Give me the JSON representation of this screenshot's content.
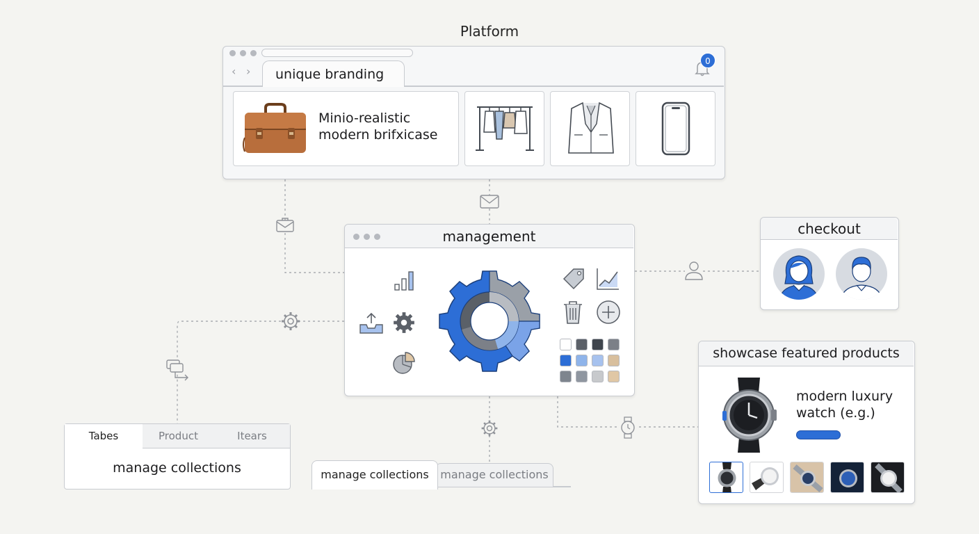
{
  "platform": {
    "title": "Platform",
    "tab_label": "unique branding",
    "notification_count": "0",
    "featured_card_label": "Minio-realistic modern brifxicase",
    "cards": [
      "briefcase",
      "clothing-rack",
      "blazer",
      "smartphone"
    ]
  },
  "management": {
    "title": "management",
    "swatches": [
      "#ffffff",
      "#5b6068",
      "#3f454d",
      "#7c8088",
      "#2d6ed6",
      "#8fb4ea",
      "#a7c2ee",
      "#d8bf9d",
      "#7e858e",
      "#8f96a0",
      "#c7c9cc",
      "#e0c7a5"
    ],
    "icons": [
      "bar-chart-icon",
      "upload-tray-icon",
      "gear-icon",
      "pie-chart-icon",
      "price-tag-icon",
      "line-chart-icon",
      "trash-icon",
      "add-circle-icon"
    ]
  },
  "checkout": {
    "title": "checkout",
    "avatars": [
      "female-user-avatar",
      "male-user-avatar"
    ]
  },
  "showcase": {
    "title": "showcase featured products",
    "product_label": "modern luxury watch (e.g.)",
    "thumbnails": 5
  },
  "tabs_panel": {
    "tabs": [
      "Tabes",
      "Product",
      "Itears"
    ],
    "content": "manage collections"
  },
  "collections_tabs": [
    "manage collections",
    "manage collections"
  ],
  "colors": {
    "accent": "#2d6ed6",
    "border": "#c8cbd0",
    "background": "#f4f4f1"
  }
}
